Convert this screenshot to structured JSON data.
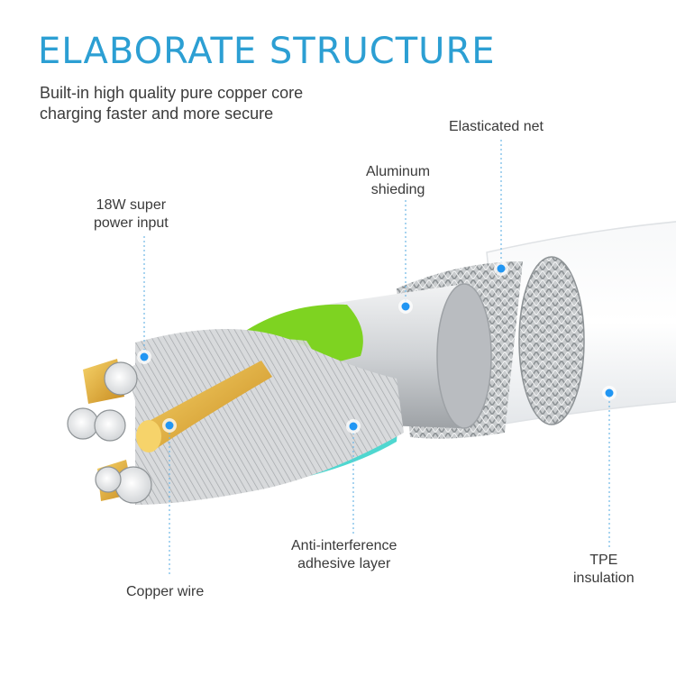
{
  "header": {
    "title": "ELABORATE STRUCTURE",
    "subtitle_line1": "Built-in high quality pure copper core",
    "subtitle_line2": "charging faster and more secure"
  },
  "callouts": {
    "power_line1": "18W super",
    "power_line2": "power input",
    "aluminum_line1": "Aluminum",
    "aluminum_line2": "shieding",
    "net": "Elasticated net",
    "adhesive_line1": "Anti-interference",
    "adhesive_line2": "adhesive layer",
    "copper": "Copper wire",
    "tpe_line1": "TPE",
    "tpe_line2": "insulation"
  },
  "colors": {
    "accent": "#2c9fd3",
    "marker": "#2196f3",
    "green_core": "#7ed321",
    "cyan_layer": "#4fd7d0",
    "copper_gold": "#e1a93a"
  }
}
